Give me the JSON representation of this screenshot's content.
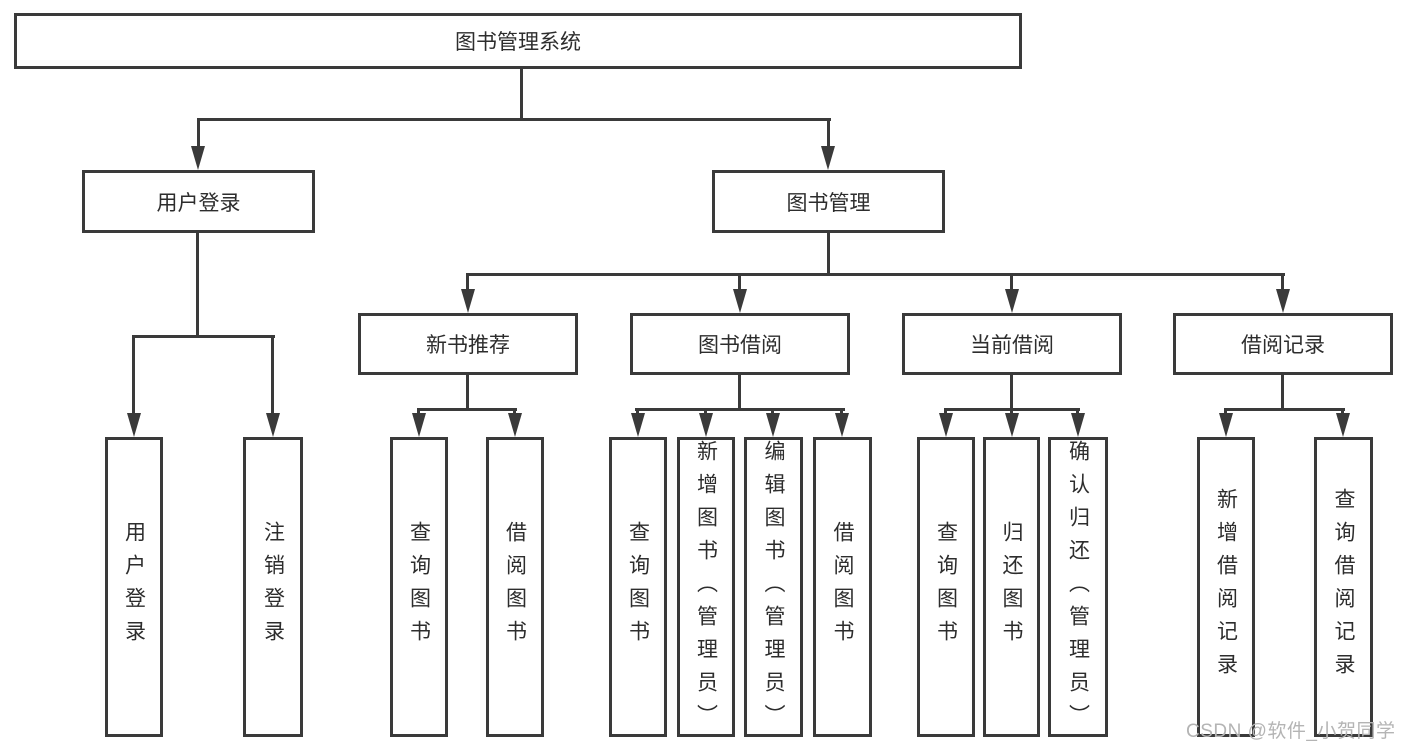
{
  "title": "图书管理系统",
  "level1": {
    "login": "用户登录",
    "mgmt": "图书管理"
  },
  "level2": {
    "newbook": "新书推荐",
    "borrow": "图书借阅",
    "current": "当前借阅",
    "history": "借阅记录"
  },
  "leaves": {
    "login": [
      "用户登录",
      "注销登录"
    ],
    "newbook": [
      "查询图书",
      "借阅图书"
    ],
    "borrow": [
      "查询图书",
      "新增图书（管理员）",
      "编辑图书（管理员）",
      "借阅图书"
    ],
    "current": [
      "查询图书",
      "归还图书",
      "确认归还（管理员）"
    ],
    "history": [
      "新增借阅记录",
      "查询借阅记录"
    ]
  },
  "watermark": "CSDN @软件_小贺同学",
  "colors": {
    "line": "#3a3a3a",
    "text": "#2d2d2d",
    "watermark": "#b4b4b4",
    "background": "#ffffff"
  }
}
